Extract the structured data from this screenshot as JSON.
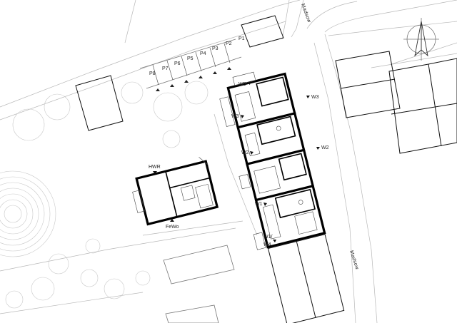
{
  "streets": [
    {
      "id": "north",
      "name": "Madsow"
    },
    {
      "id": "east",
      "name": "Madsow"
    }
  ],
  "parking": [
    "P1",
    "P2",
    "P3",
    "P4",
    "P5",
    "P6",
    "P7",
    "P8"
  ],
  "unit_labels": {
    "w5": "W5",
    "w3_top": "W3",
    "w3_left": "W3",
    "w2_left": "W2",
    "w2_right": "W2",
    "w1_left": "W1",
    "w1_bottom": "W1/",
    "w4": "W4",
    "hwr": "HWR",
    "fewo": "FeWo"
  },
  "north_arrow": {
    "icon": "north-arrow-icon"
  }
}
